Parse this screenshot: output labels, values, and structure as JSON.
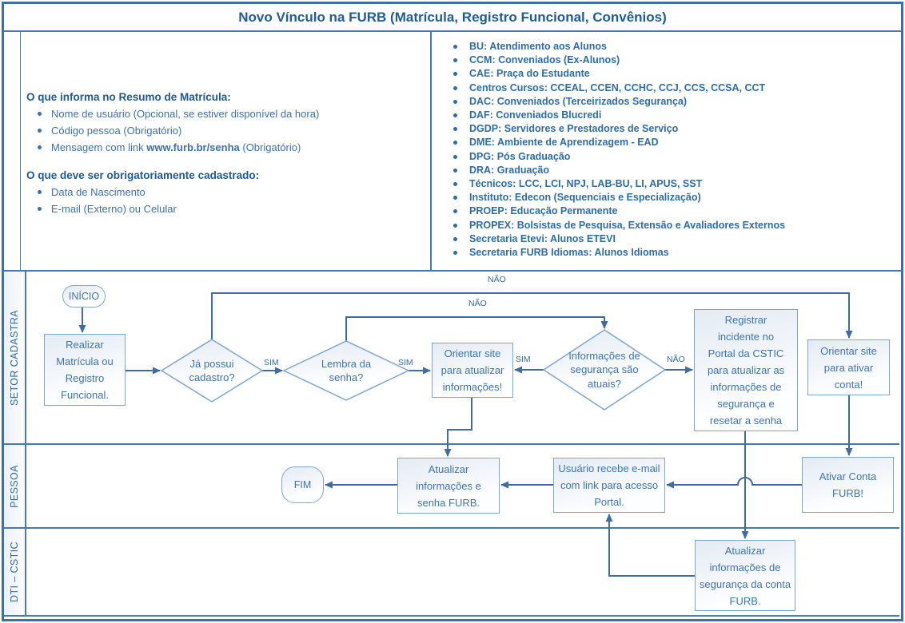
{
  "title": "Novo Vínculo na FURB (Matrícula, Registro Funcional, Convênios)",
  "colors": {
    "accent_dark_blue": "#1F5C99",
    "text_blue": "#3E74B4",
    "bold_blue": "#2D6DAA",
    "line_blue": "#3E6CA6",
    "shape_border": "#7FA6D1"
  },
  "info_panel": {
    "section1": {
      "heading": "O que informa no Resumo de Matrícula:",
      "item1": "Nome de usuário (Opcional, se estiver disponível da hora)",
      "item2": "Código pessoa (Obrigatório)",
      "item3_pre": "Mensagem com link ",
      "item3_link": "www.furb.br/senha",
      "item3_post": " (Obrigatório)"
    },
    "section2": {
      "heading": "O que deve ser obrigatoriamente cadastrado:",
      "item1": "Data de Nascimento",
      "item2": "E-mail (Externo) ou Celular"
    }
  },
  "units": [
    "BU: Atendimento aos Alunos",
    "CCM: Conveniados (Ex-Alunos)",
    "CAE: Praça do Estudante",
    "Centros Cursos: CCEAL, CCEN, CCHC, CCJ, CCS, CCSA, CCT",
    "DAC: Conveniados (Terceirizados Segurança)",
    "DAF: Conveniados Blucredi",
    "DGDP: Servidores e Prestadores de Serviço",
    "DME: Ambiente de Aprendizagem - EAD",
    "DPG: Pós Graduação",
    "DRA: Graduação",
    "Técnicos: LCC, LCI, NPJ, LAB-BU, LI, APUS, SST",
    "Instituto: Edecon (Sequenciais e Especialização)",
    "PROEP: Educação Permanente",
    "PROPEX: Bolsistas de Pesquisa, Extensão e Avaliadores Externos",
    "Secretaria Etevi: Alunos ETEVI",
    "Secretaria FURB Idiomas: Alunos Idiomas"
  ],
  "lanes": {
    "lane1": "SETOR CADASTRA",
    "lane2": "PESSOA",
    "lane3": "DTI – CSTIC"
  },
  "flow": {
    "nodes": {
      "inicio": "INÍCIO",
      "realizar": "Realizar Matrícula ou Registro Funcional.",
      "ja_possui": "Já possui cadastro?",
      "lembra": "Lembra da senha?",
      "orientar_atualizar": "Orientar site para atualizar informações!",
      "info_seguranca": "Informações de segurança são atuais?",
      "registrar": "Registrar incidente no Portal da CSTIC para atualizar as informações de segurança e resetar a senha",
      "orientar_ativar": "Orientar site para ativar conta!",
      "fim": "FIM",
      "atualizar_senha": "Atualizar informações e senha FURB.",
      "usuario_email": "Usuário recebe e-mail com link para acesso Portal.",
      "ativar_conta": "Ativar Conta FURB!",
      "atualizar_seguranca": "Atualizar informações de segurança da conta FURB."
    },
    "edge_labels": {
      "sim_cadastro": "SIM",
      "sim_senha": "SIM",
      "sim_seguranca": "SIM",
      "nao_cadastro": "NÃO",
      "nao_senha": "NÃO",
      "nao_seguranca": "NÃO"
    }
  }
}
